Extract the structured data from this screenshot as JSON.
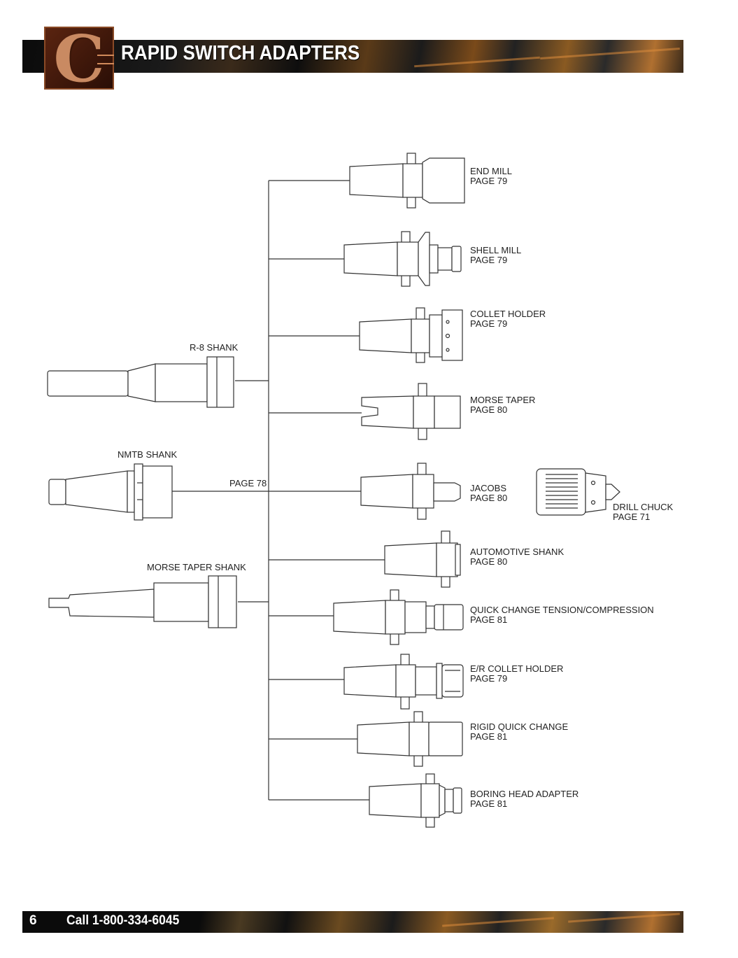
{
  "header": {
    "logo_letter": "C",
    "title": "RAPID SWITCH ADAPTERS"
  },
  "footer": {
    "page_number": "6",
    "phone": "Call 1-800-334-6045"
  },
  "shanks": [
    {
      "name": "R-8 SHANK"
    },
    {
      "name": "NMTB SHANK",
      "page": "PAGE 78"
    },
    {
      "name": "MORSE TAPER SHANK"
    }
  ],
  "adapters": [
    {
      "name": "END MILL",
      "page": "PAGE 79"
    },
    {
      "name": "SHELL MILL",
      "page": "PAGE 79"
    },
    {
      "name": "COLLET HOLDER",
      "page": "PAGE 79"
    },
    {
      "name": "MORSE TAPER",
      "page": "PAGE 80"
    },
    {
      "name": "JACOBS",
      "page": "PAGE 80"
    },
    {
      "name": "AUTOMOTIVE SHANK",
      "page": "PAGE 80"
    },
    {
      "name": "QUICK CHANGE TENSION/COMPRESSION",
      "page": "PAGE 81"
    },
    {
      "name": "E/R COLLET HOLDER",
      "page": "PAGE 79"
    },
    {
      "name": "RIGID QUICK CHANGE",
      "page": "PAGE 81"
    },
    {
      "name": "BORING HEAD ADAPTER",
      "page": "PAGE 81"
    }
  ],
  "accessory": {
    "name": "DRILL CHUCK",
    "page": "PAGE 71"
  }
}
